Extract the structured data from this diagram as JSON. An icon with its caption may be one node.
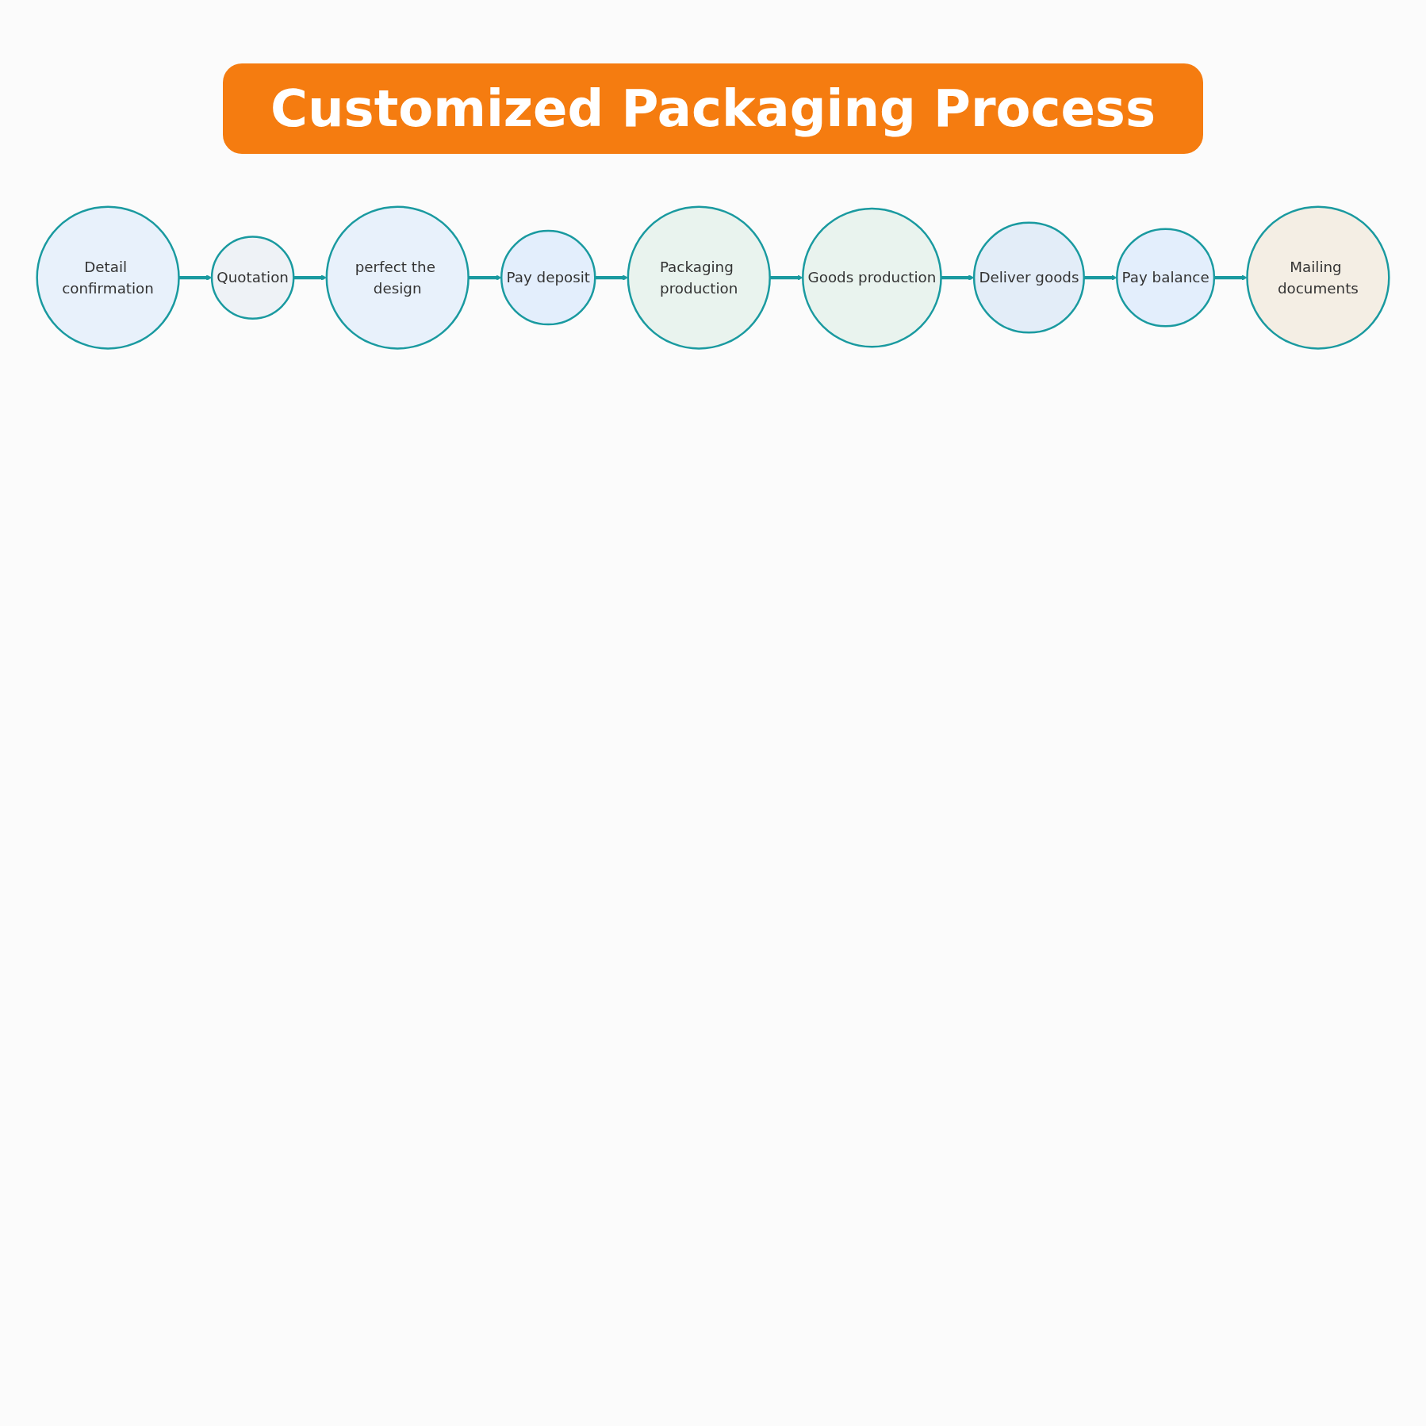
{
  "diagram": {
    "title": "Customized Packaging Process",
    "nodes": [
      {
        "text": [
          "Detail confirmation"
        ]
      },
      {
        "text": [
          "Quotation"
        ]
      },
      {
        "text": [
          "perfect the design"
        ]
      },
      {
        "text": [
          "Pay deposit"
        ]
      },
      {
        "text": [
          "Packaging production"
        ]
      },
      {
        "text": [
          "Goods production"
        ]
      },
      {
        "text": [
          "Deliver goods"
        ]
      },
      {
        "text": [
          "Pay balance"
        ]
      },
      {
        "text": [
          "Mailing documents"
        ]
      }
    ],
    "edges": [
      {
        "from": 0,
        "to": 1,
        "arrow": "to"
      },
      {
        "from": 1,
        "to": 2,
        "arrow": "to"
      },
      {
        "from": 2,
        "to": 3,
        "arrow": "to"
      },
      {
        "from": 3,
        "to": 4,
        "arrow": "to"
      },
      {
        "from": 4,
        "to": 5,
        "arrow": "to"
      },
      {
        "from": 5,
        "to": 6,
        "arrow": "to"
      },
      {
        "from": 6,
        "to": 7,
        "arrow": "to"
      },
      {
        "from": 7,
        "to": 8,
        "arrow": "to"
      }
    ]
  }
}
